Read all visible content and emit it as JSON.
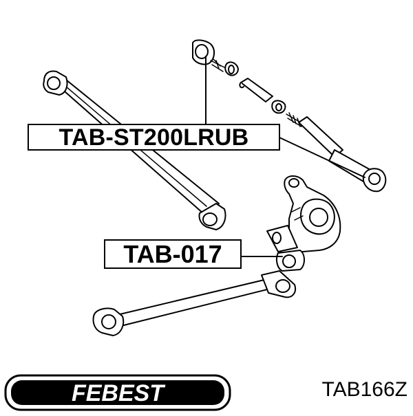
{
  "callouts": [
    {
      "label": "TAB-ST200LRUB"
    },
    {
      "label": "TAB-017"
    }
  ],
  "brand": {
    "name": "FEBEST"
  },
  "part_number": "TAB166Z",
  "colors": {
    "line": "#000000",
    "background": "#ffffff"
  }
}
